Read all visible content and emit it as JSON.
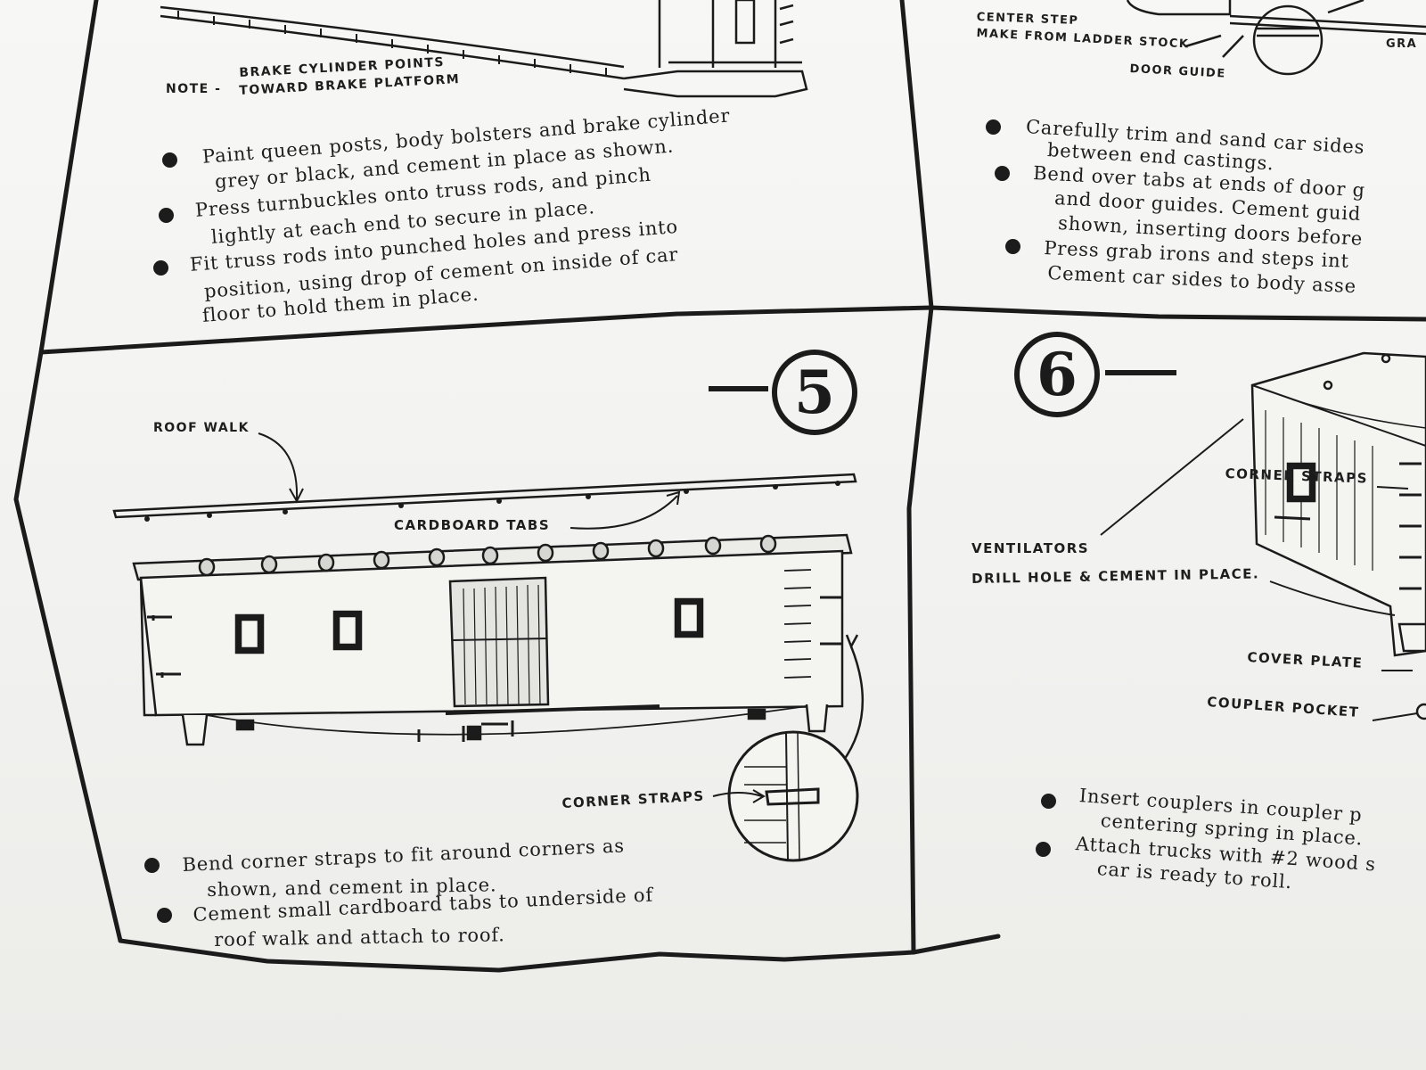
{
  "panel4": {
    "note_prefix": "NOTE -",
    "note_line1": "BRAKE CYLINDER POINTS",
    "note_line2": "TOWARD BRAKE PLATFORM",
    "lines": [
      "Paint queen posts, body bolsters and brake cylinder",
      "grey or black, and cement in place as shown.",
      "Press turnbuckles onto truss rods, and pinch",
      "lightly at each end to secure in place.",
      "Fit truss rods into punched holes and press into",
      "position, using drop of cement on inside of car",
      "floor to hold them in place."
    ]
  },
  "panel_top_right": {
    "label_center_step_1": "CENTER STEP",
    "label_center_step_2": "MAKE FROM LADDER STOCK",
    "label_door_guide": "DOOR GUIDE",
    "label_grab": "GRA",
    "lines": [
      "Carefully trim and sand car sides",
      "between end castings.",
      "Bend over tabs at ends of door g",
      "and door guides.  Cement guid",
      "shown, inserting doors before",
      "Press grab irons and steps int",
      "Cement car sides to body asse"
    ]
  },
  "panel5": {
    "step_number": "5",
    "label_roof_walk": "ROOF WALK",
    "label_cardboard_tabs": "CARDBOARD TABS",
    "label_corner_straps": "CORNER STRAPS",
    "lines": [
      "Bend corner straps to fit around corners as",
      "shown, and cement in place.",
      "Cement small cardboard tabs to underside of",
      "roof walk and attach to roof."
    ]
  },
  "panel6": {
    "step_number": "6",
    "label_corner_straps": "CORNER STRAPS",
    "label_ventilators": "VENTILATORS",
    "label_drill": "DRILL HOLE & CEMENT IN PLACE.",
    "label_cover_plate": "COVER PLATE",
    "label_coupler_pocket": "COUPLER POCKET",
    "lines": [
      "Insert couplers in coupler p",
      "centering spring in place.",
      "Attach trucks with #2 wood s",
      "car is ready to roll."
    ]
  }
}
